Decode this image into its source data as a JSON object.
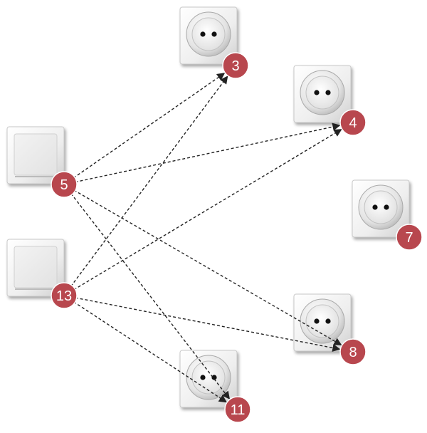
{
  "diagram": {
    "badge_color": "#b8474e",
    "arrow_color": "#222222",
    "switches": [
      {
        "id": "5",
        "label": "5",
        "icon": "light-switch-icon"
      },
      {
        "id": "13",
        "label": "13",
        "icon": "light-switch-icon"
      }
    ],
    "sockets": [
      {
        "id": "3",
        "label": "3",
        "icon": "power-socket-icon"
      },
      {
        "id": "4",
        "label": "4",
        "icon": "power-socket-icon"
      },
      {
        "id": "7",
        "label": "7",
        "icon": "power-socket-icon"
      },
      {
        "id": "8",
        "label": "8",
        "icon": "power-socket-icon"
      },
      {
        "id": "11",
        "label": "11",
        "icon": "power-socket-icon"
      }
    ],
    "connections": [
      {
        "from": "5",
        "to": "3"
      },
      {
        "from": "5",
        "to": "4"
      },
      {
        "from": "5",
        "to": "8"
      },
      {
        "from": "5",
        "to": "11"
      },
      {
        "from": "13",
        "to": "3"
      },
      {
        "from": "13",
        "to": "4"
      },
      {
        "from": "13",
        "to": "8"
      },
      {
        "from": "13",
        "to": "11"
      }
    ]
  }
}
